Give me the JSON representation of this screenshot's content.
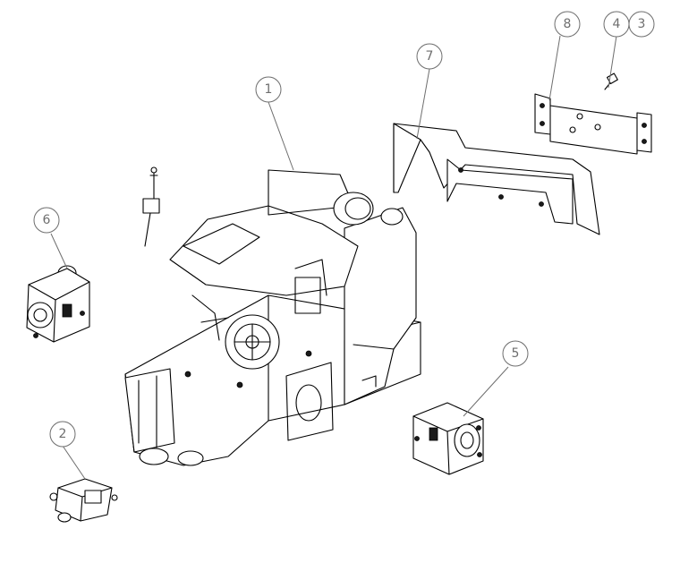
{
  "callouts": [
    {
      "id": "1",
      "label": "1"
    },
    {
      "id": "2",
      "label": "2"
    },
    {
      "id": "3",
      "label": "3"
    },
    {
      "id": "4",
      "label": "4"
    },
    {
      "id": "5",
      "label": "5"
    },
    {
      "id": "6",
      "label": "6"
    },
    {
      "id": "7",
      "label": "7"
    },
    {
      "id": "8",
      "label": "8"
    }
  ],
  "colors": {
    "line": "#000000",
    "callout": "#6e6e6e",
    "background": "#ffffff"
  }
}
